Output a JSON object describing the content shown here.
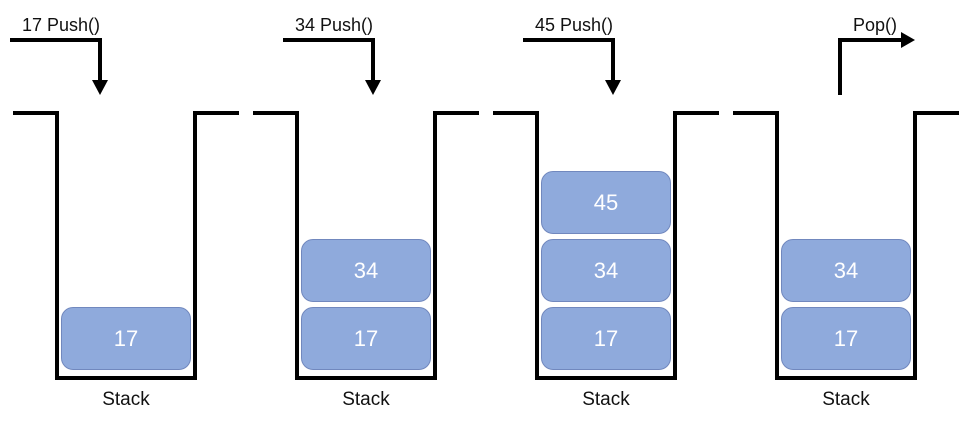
{
  "colors": {
    "block_fill": "#8FAADC",
    "block_border": "#7188BE",
    "line": "#000000",
    "block_text": "#FFFFFF",
    "background": "#FFFFFF",
    "label_text": "#111111"
  },
  "panels": [
    {
      "operation": "17 Push()",
      "arrow": "push-down",
      "caption": "Stack",
      "blocks": [
        "17"
      ]
    },
    {
      "operation": "34 Push()",
      "arrow": "push-down",
      "caption": "Stack",
      "blocks": [
        "34",
        "17"
      ]
    },
    {
      "operation": "45 Push()",
      "arrow": "push-down",
      "caption": "Stack",
      "blocks": [
        "45",
        "34",
        "17"
      ]
    },
    {
      "operation": "Pop()",
      "arrow": "pop-up-right",
      "caption": "Stack",
      "blocks": [
        "34",
        "17"
      ]
    }
  ]
}
